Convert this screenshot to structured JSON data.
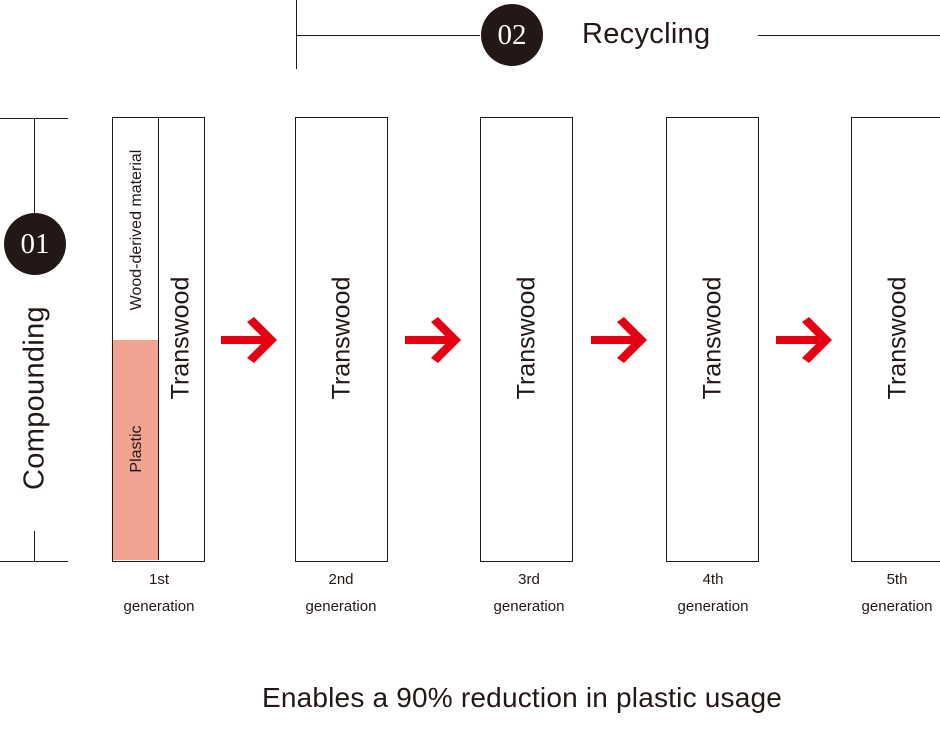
{
  "stages": {
    "compounding": {
      "number": "01",
      "label": "Compounding"
    },
    "recycling": {
      "number": "02",
      "label": "Recycling"
    }
  },
  "first_box": {
    "wood_label": "Wood-derived material",
    "plastic_label": "Plastic",
    "product_label": "Transwood"
  },
  "generations": [
    {
      "ordinal": "1st",
      "word": "generation",
      "product": "Transwood"
    },
    {
      "ordinal": "2nd",
      "word": "generation",
      "product": "Transwood"
    },
    {
      "ordinal": "3rd",
      "word": "generation",
      "product": "Transwood"
    },
    {
      "ordinal": "4th",
      "word": "generation",
      "product": "Transwood"
    },
    {
      "ordinal": "5th",
      "word": "generation",
      "product": "Transwood"
    }
  ],
  "arrows": {
    "icon": "right-arrow-icon",
    "color": "#e60012"
  },
  "colors": {
    "plastic_fill": "#f0a391",
    "line": "#231815"
  },
  "footer": {
    "text": "Enables a 90% reduction in plastic usage"
  }
}
